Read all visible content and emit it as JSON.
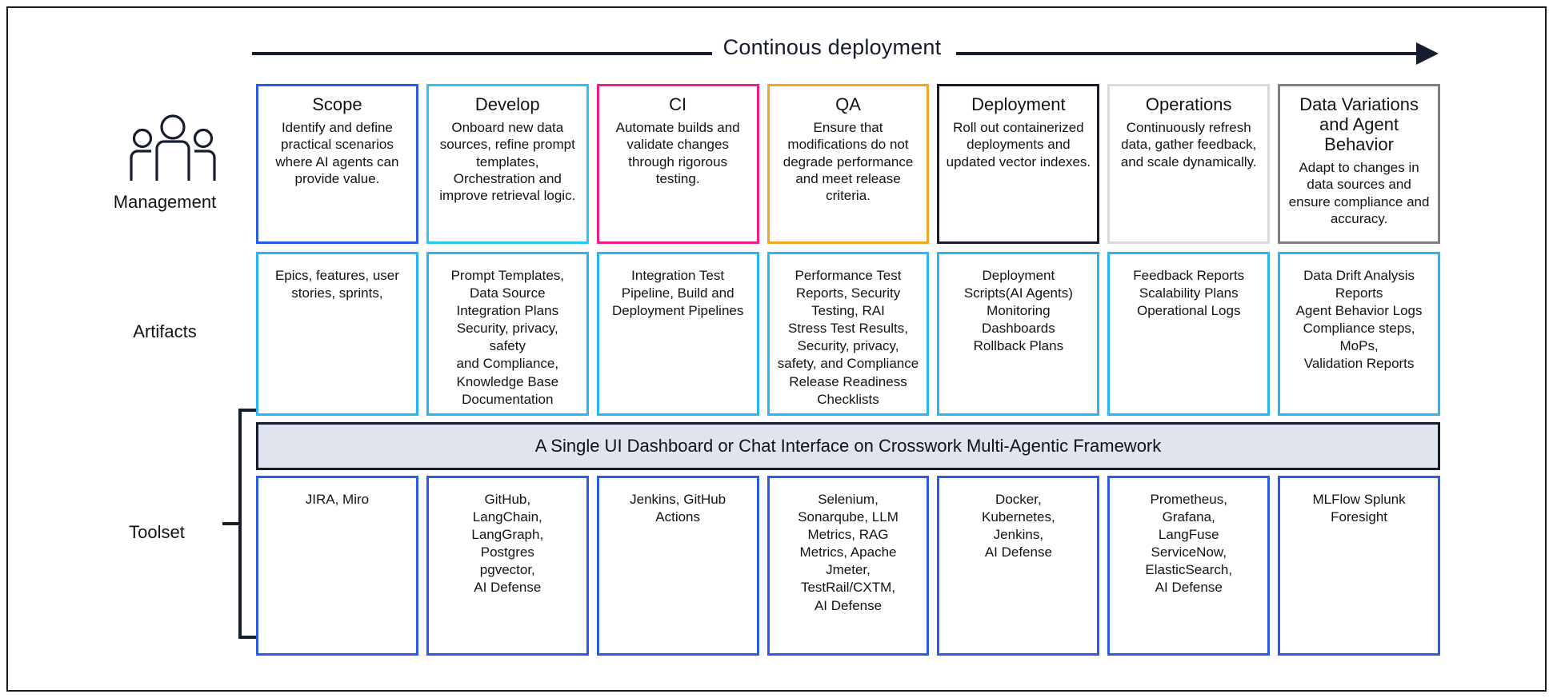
{
  "header": {
    "title": "Continous deployment",
    "arrow_icon": "right-arrow-icon"
  },
  "row_labels": {
    "management": "Management",
    "artifacts": "Artifacts",
    "toolset": "Toolset",
    "people_icon": "people-group-icon"
  },
  "colors": {
    "scope": "#2b5ce6",
    "develop": "#29c6f6",
    "ci": "#ec1c8c",
    "qa": "#f5a623",
    "deployment": "#161d2e",
    "operations": "#d9d9d9",
    "data_variations": "#808080",
    "artifacts_border": "#29b6f6",
    "toolset_border": "#2b5ce6",
    "dashboard_bg": "#e0e4ec",
    "dashboard_border": "#161d2e",
    "arrow": "#161d2e",
    "frame": "#1a1a1a"
  },
  "management": [
    {
      "title": "Scope",
      "desc": "Identify and define practical scenarios where AI agents can provide value.",
      "border": "#2b5ce6"
    },
    {
      "title": "Develop",
      "desc": "Onboard new data sources, refine prompt templates, Orchestration and improve retrieval logic.",
      "border": "#29c6f6"
    },
    {
      "title": "CI",
      "desc": "Automate builds and validate changes through rigorous testing.",
      "border": "#ec1c8c"
    },
    {
      "title": "QA",
      "desc": "Ensure that modifications do not degrade performance and meet release criteria.",
      "border": "#f5a623"
    },
    {
      "title": "Deployment",
      "desc": "Roll out containerized deployments and updated vector indexes.",
      "border": "#161d2e"
    },
    {
      "title": "Operations",
      "desc": "Continuously refresh data, gather feedback, and scale dynamically.",
      "border": "#d9d9d9"
    },
    {
      "title": "Data Variations\nand Agent\nBehavior",
      "desc": "Adapt to changes in data sources and ensure compliance and accuracy.",
      "border": "#808080"
    }
  ],
  "artifacts": [
    {
      "text": "Epics, features, user\nstories, sprints,"
    },
    {
      "text": "Prompt Templates,\nData Source\nIntegration Plans\nSecurity, privacy,\nsafety\nand Compliance,\nKnowledge Base\nDocumentation"
    },
    {
      "text": "Integration Test\nPipeline, Build and\nDeployment Pipelines"
    },
    {
      "text": "Performance Test\nReports, Security\nTesting, RAI\nStress Test Results,\nSecurity, privacy,\nsafety, and Compliance\nRelease Readiness\nChecklists"
    },
    {
      "text": "Deployment\nScripts(AI Agents)\nMonitoring\nDashboards\nRollback Plans"
    },
    {
      "text": "Feedback Reports\nScalability Plans\nOperational Logs"
    },
    {
      "text": "Data Drift Analysis\nReports\nAgent Behavior Logs\nCompliance steps,\nMoPs,\nValidation Reports"
    }
  ],
  "dashboard": {
    "label": "A Single UI Dashboard or Chat Interface on Crosswork Multi-Agentic Framework"
  },
  "toolset": [
    {
      "text": "JIRA, Miro"
    },
    {
      "text": "GitHub,\nLangChain,\nLangGraph,\nPostgres\npgvector,\nAI Defense"
    },
    {
      "text": "Jenkins, GitHub\nActions"
    },
    {
      "text": "Selenium,\nSonarqube, LLM\nMetrics, RAG\nMetrics, Apache\nJmeter,\nTestRail/CXTM,\nAI Defense"
    },
    {
      "text": "Docker,\nKubernetes,\nJenkins,\nAI Defense"
    },
    {
      "text": "Prometheus,\nGrafana,\nLangFuse\nServiceNow,\nElasticSearch,\nAI Defense"
    },
    {
      "text": "MLFlow Splunk\nForesight"
    }
  ]
}
